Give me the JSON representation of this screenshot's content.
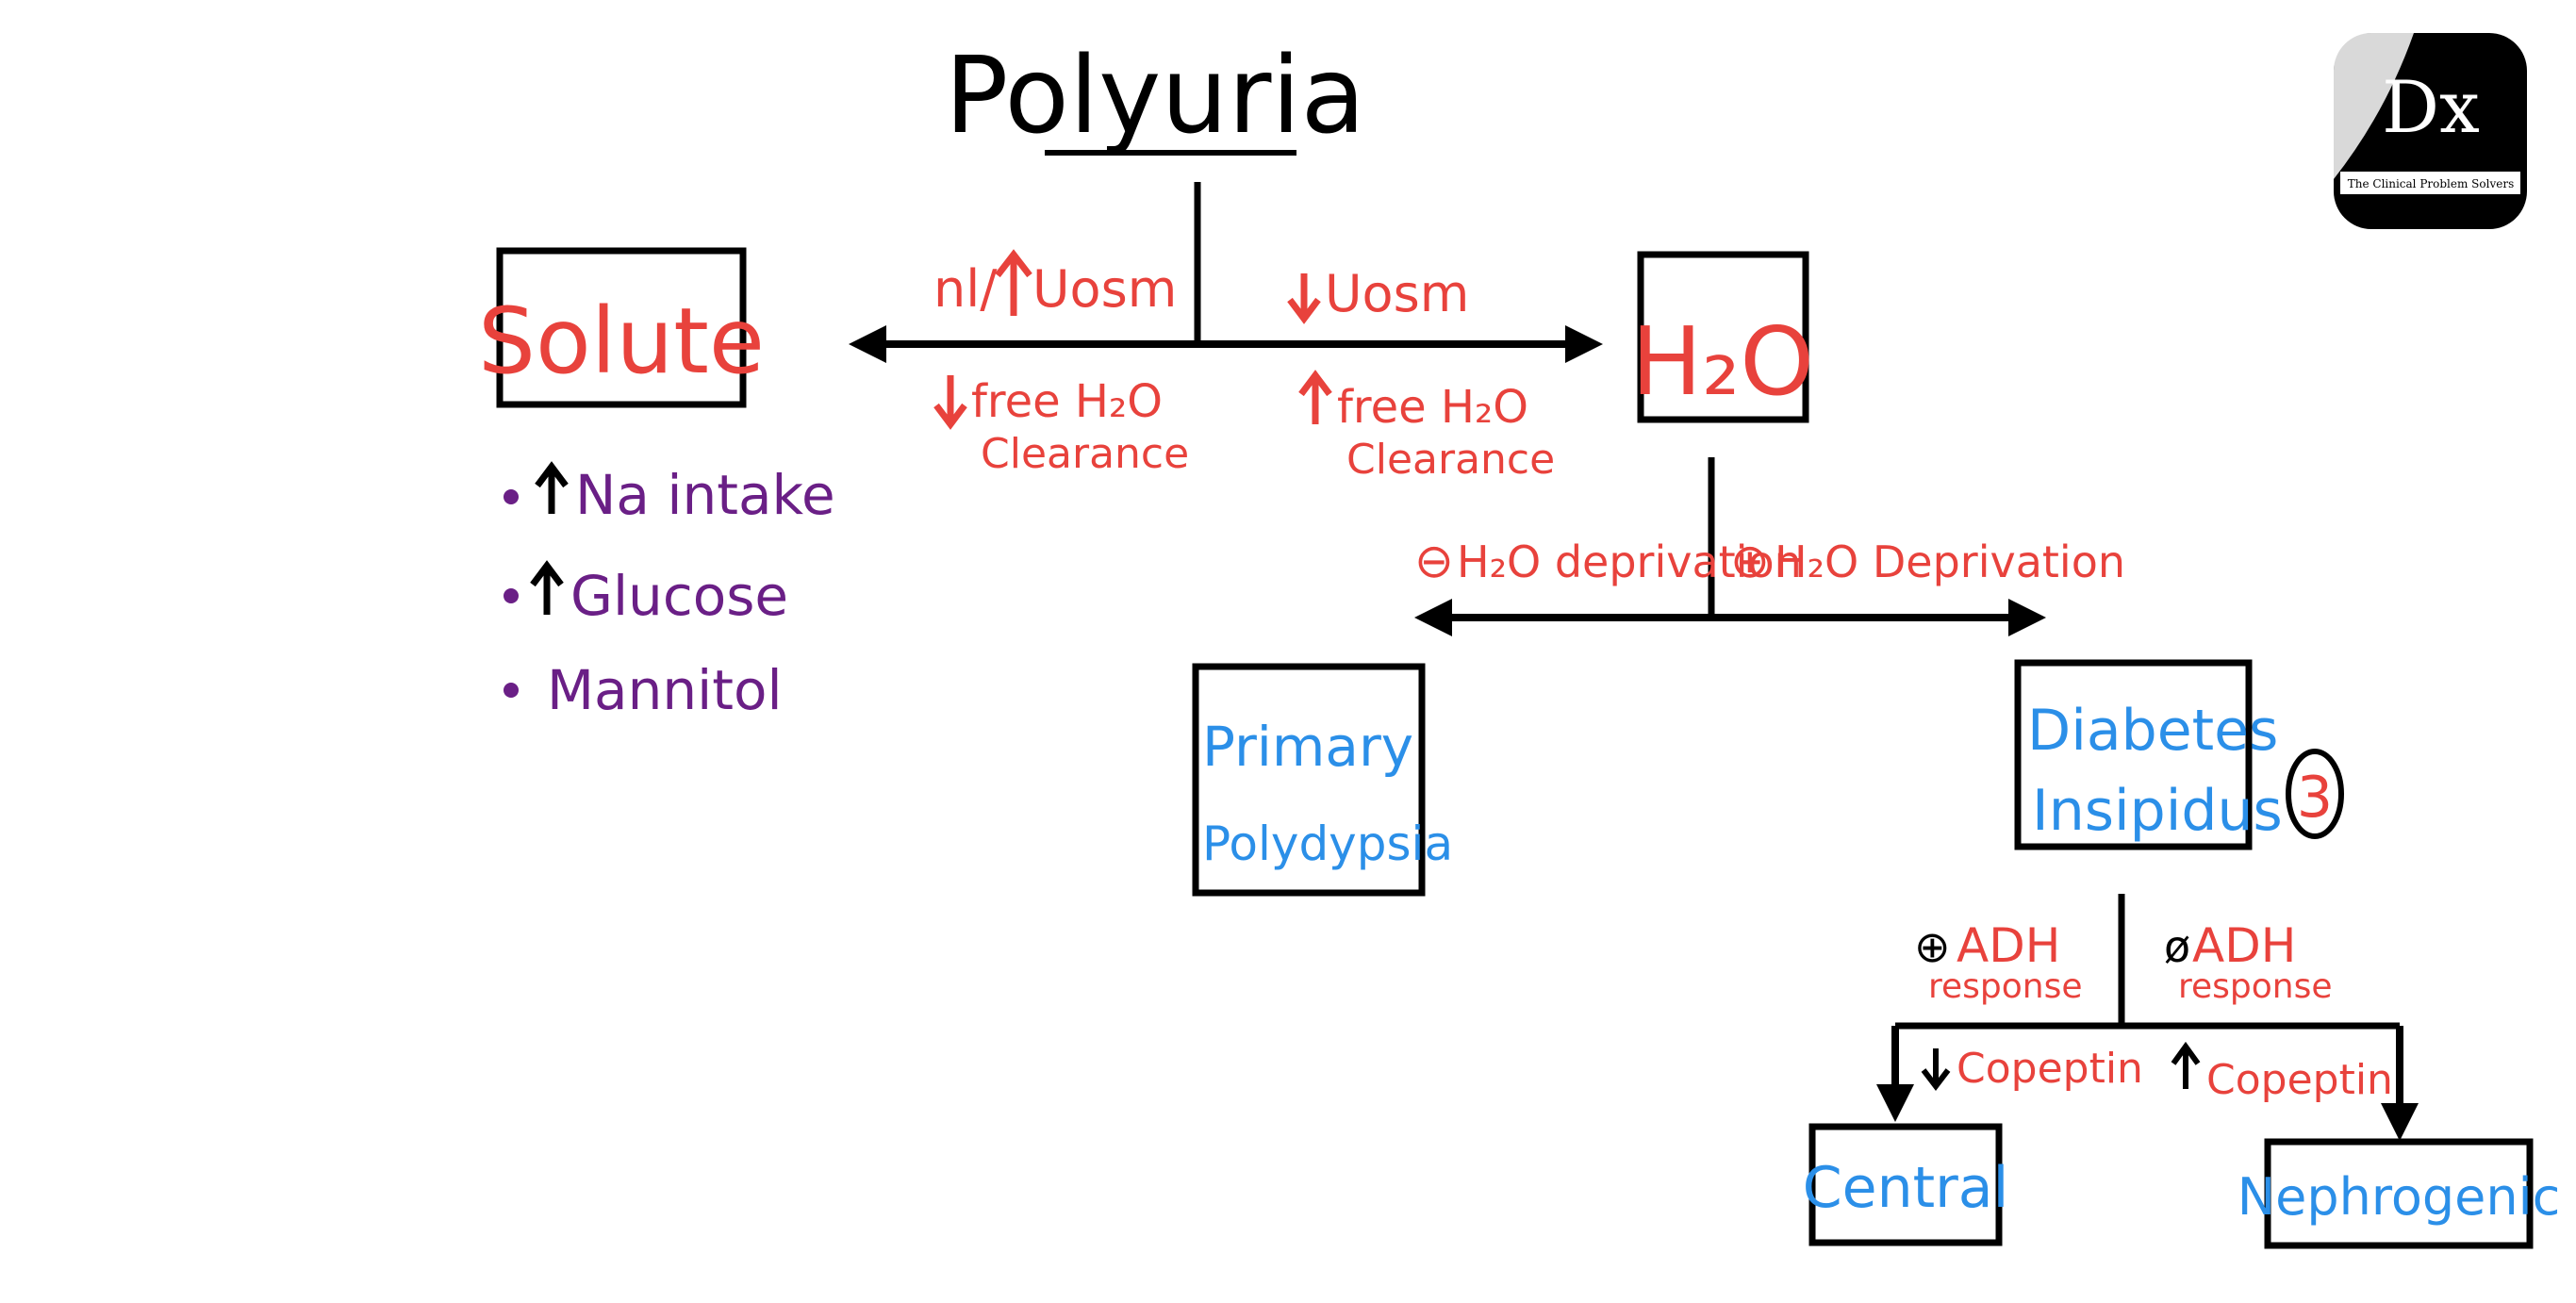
{
  "title": "Polyuria",
  "logo": {
    "mark": "Dx",
    "tagline": "The Clinical Problem Solvers"
  },
  "left_branch": {
    "uosm_prefix": "nl/",
    "uosm_label": "Uosm",
    "clearance_line1": "free H₂O",
    "clearance_line2": "Clearance"
  },
  "right_branch": {
    "uosm_label": "Uosm",
    "clearance_line1": "free H₂O",
    "clearance_line2": "Clearance"
  },
  "boxes": {
    "solute": "Solute",
    "water": "H₂O",
    "primary_line1": "Primary",
    "primary_line2": "Polydypsia",
    "di_line1": "Diabetes",
    "di_line2": "Insipidus",
    "central": "Central",
    "nephrogenic": "Nephrogenic"
  },
  "solute_causes": [
    {
      "arrow": "up",
      "label": "Na intake"
    },
    {
      "arrow": "up",
      "label": "Glucose"
    },
    {
      "arrow": "none",
      "label": "Mannitol"
    }
  ],
  "deprivation": {
    "left_sign": "⊖",
    "left_label": "H₂O deprivation",
    "right_sign": "⊕",
    "right_label": "H₂O Deprivation"
  },
  "di_count": "3",
  "adh": {
    "left_sign": "⊕",
    "left_label": "ADH",
    "left_sub": "response",
    "right_sign": "ø",
    "right_label": "ADH",
    "right_sub": "response"
  },
  "copeptin": {
    "left_arrow": "down",
    "left_label": "Copeptin",
    "right_arrow": "up",
    "right_label": "Copeptin"
  },
  "colors": {
    "red": "#e8423c",
    "blue": "#2b8fe8",
    "purple": "#6a1f86",
    "black": "#000000"
  }
}
